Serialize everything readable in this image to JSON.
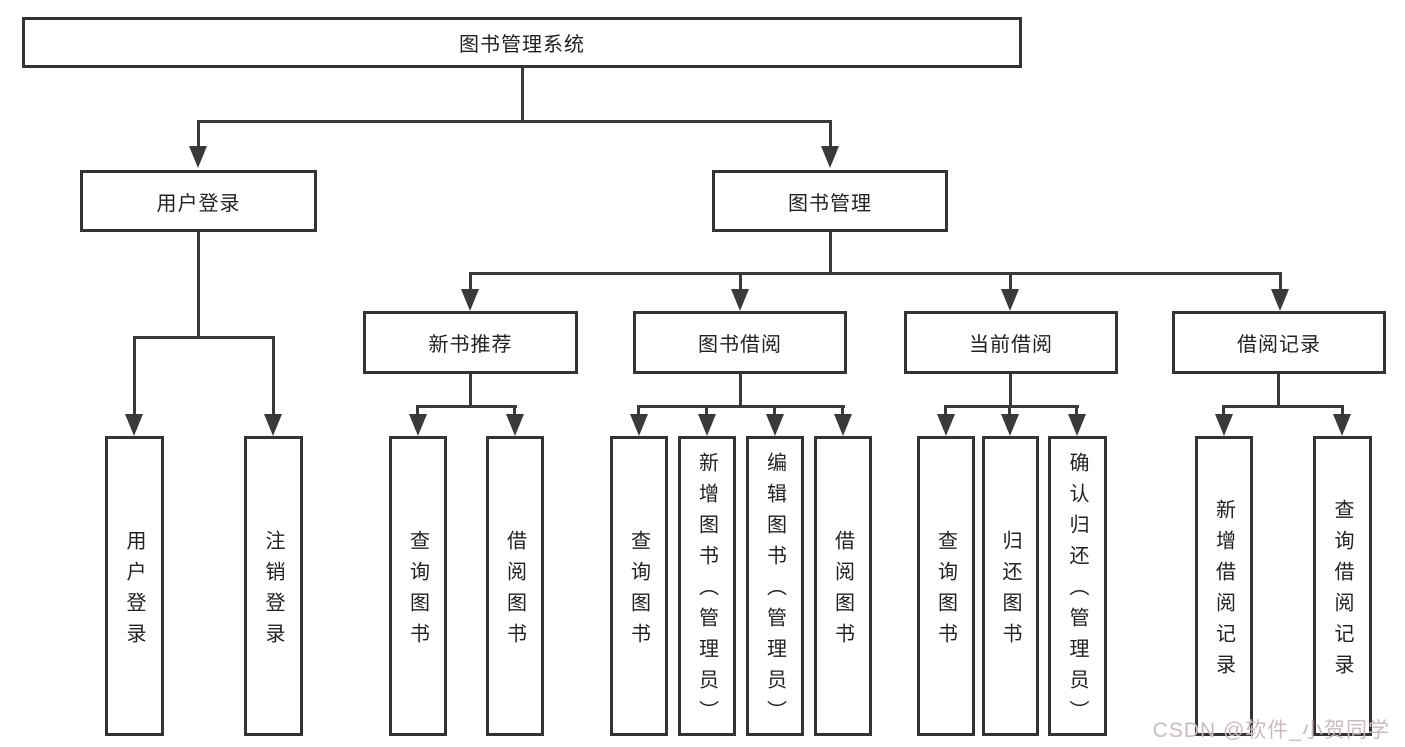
{
  "tree": {
    "root": "图书管理系统",
    "branches": [
      {
        "label": "用户登录",
        "children": [
          {
            "label": "用户登录"
          },
          {
            "label": "注销登录"
          }
        ]
      },
      {
        "label": "图书管理",
        "children": [
          {
            "label": "新书推荐",
            "children": [
              {
                "label": "查询图书"
              },
              {
                "label": "借阅图书"
              }
            ]
          },
          {
            "label": "图书借阅",
            "children": [
              {
                "label": "查询图书"
              },
              {
                "label": "新增图书（管理员）"
              },
              {
                "label": "编辑图书（管理员）"
              },
              {
                "label": "借阅图书"
              }
            ]
          },
          {
            "label": "当前借阅",
            "children": [
              {
                "label": "查询图书"
              },
              {
                "label": "归还图书"
              },
              {
                "label": "确认归还（管理员）"
              }
            ]
          },
          {
            "label": "借阅记录",
            "children": [
              {
                "label": "新增借阅记录"
              },
              {
                "label": "查询借阅记录"
              }
            ]
          }
        ]
      }
    ]
  },
  "watermark": "CSDN @软件_小贺同学"
}
